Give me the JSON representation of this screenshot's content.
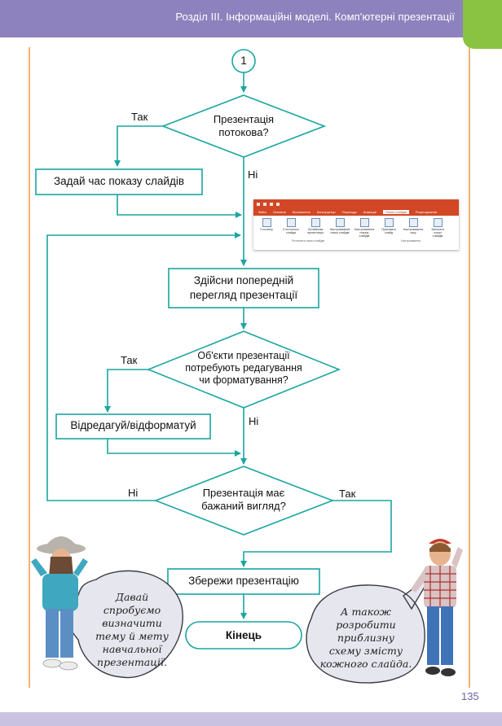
{
  "header": {
    "title": "Розділ III. Інформаційні моделі. Комп'ютерні презентації"
  },
  "connector": "1",
  "nodes": {
    "d1": [
      "Презентація",
      "потокова?"
    ],
    "b_time": "Задай час показу слайдів",
    "b_preview": [
      "Здійсни попередній",
      "перегляд презентації"
    ],
    "d2": [
      "Об'єкти презентації",
      "потребують редагування",
      "чи форматування?"
    ],
    "b_edit": "Відредагуй/відформатуй",
    "d3": [
      "Презентація має",
      "бажаний вигляд?"
    ],
    "b_save": "Збережи презентацію",
    "end": "Кінець"
  },
  "edges": {
    "d1_yes": "Так",
    "d1_no": "Ні",
    "d2_yes": "Так",
    "d2_no": "Ні",
    "d3_no": "Ні",
    "d3_yes": "Так"
  },
  "ribbon": {
    "tabs": [
      "Файл",
      "Основне",
      "Вставлення",
      "Конструктор",
      "Переходи",
      "Анімація",
      "Показ слайдів",
      "Рецензування"
    ],
    "active_tab": "Показ слайдів",
    "buttons": [
      "З початку",
      "З поточного слайда",
      "Онлайнова презентація",
      "Настроюваний показ слайдів",
      "Настроювання показу слайдів",
      "Приховати слайд",
      "Настроювання часу",
      "Записати показ слайдів"
    ],
    "groups": [
      "Розпочати показ слайдів",
      "Настроювання"
    ]
  },
  "bubbles": {
    "left": [
      "Давай",
      "спробуємо",
      "визначити",
      "тему й мету",
      "навчальної",
      "презентації."
    ],
    "right": [
      "А також",
      "розробити",
      "приблизну",
      "схему змісту",
      "кожного слайда."
    ]
  },
  "page_number": "135",
  "colors": {
    "header": "#8d82bd",
    "accent_green": "#89c341",
    "flow": "#1aa5a0",
    "orange_rule": "#f0a050"
  }
}
